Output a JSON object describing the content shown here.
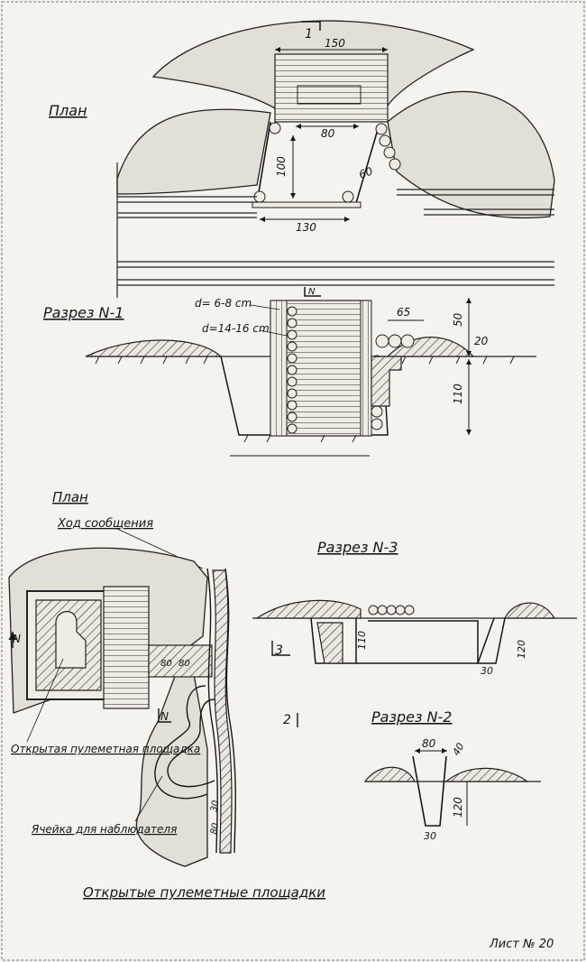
{
  "sheet": {
    "number_label": "Лист № 20",
    "footer_title": "Открытые пулеметные площадки"
  },
  "top_plan": {
    "title": "План",
    "section_marker": "1",
    "dim_width_top": "150",
    "dim_inner": "80",
    "dim_depth": "100",
    "dim_offset": "60",
    "dim_width_bottom": "130",
    "north_mark": "N"
  },
  "section_1": {
    "title": "Разрез N-1",
    "log_small": "d= 6-8 cm",
    "log_large": "d=14-16 cm",
    "dim_65": "65",
    "dim_50": "50",
    "dim_20": "20",
    "dim_110": "110"
  },
  "lower_plan": {
    "title": "План",
    "trench_label": "Ход сообщения",
    "platform_label": "Открытая пулеметная площадка",
    "observer_label": "Ячейка для наблюдателя",
    "marker_3": "3",
    "marker_2": "2",
    "north_mark": "N",
    "dim_80a": "80",
    "dim_80b": "80",
    "dim_30": "30",
    "dim_80c": "80"
  },
  "section_3": {
    "title": "Разрез N-3",
    "dim_110": "110",
    "dim_120": "120",
    "dim_30": "30"
  },
  "section_2": {
    "title": "Разрез N-2",
    "dim_80": "80",
    "dim_40": "40",
    "dim_120": "120",
    "dim_30": "30"
  }
}
